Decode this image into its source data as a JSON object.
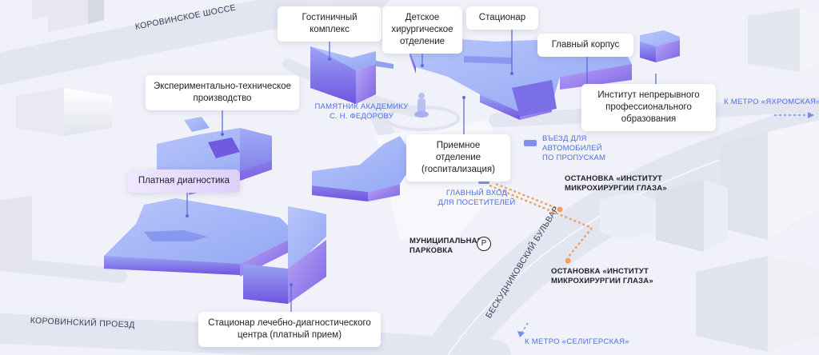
{
  "buildings": {
    "hotel": "Гостиничный\nкомплекс",
    "pediatric_surgery": "Детское\nхирургическое\nотделение",
    "hospital": "Стационар",
    "main_building": "Главный корпус",
    "experimental_production": "Экспериментально-техническое\nпроизводство",
    "continuing_education": "Институт непрерывного\nпрофессионального\nобразования",
    "admission": "Приемное отделение\n(госпитализация)",
    "paid_diagnostics": "Платная диагностика",
    "day_hospital": "Стационар лечебно-диагностического\nцентра (платный прием)"
  },
  "streets": {
    "korovinskoe": "КОРОВИНСКОЕ ШОССЕ",
    "korovinsky": "КОРОВИНСКИЙ ПРОЕЗД",
    "beskudnikovsky": "БЕСКУДНИКОВСКИЙ БУЛЬВАР"
  },
  "poi": {
    "monument": "ПАМЯТНИК АКАДЕМИКУ\nС. Н. ФЕДОРОВУ",
    "car_entry": "ВЪЕЗД ДЛЯ АВТОМОБИЛЕЙ\nПО ПРОПУСКАМ",
    "main_entrance": "ГЛАВНЫЙ ВХОД\nДЛЯ ПОСЕТИТЕЛЕЙ"
  },
  "stops": {
    "stop_upper": "ОСТАНОВКА «ИНСТИТУТ\nМИКРОХИРУРГИИ ГЛАЗА»",
    "stop_lower": "ОСТАНОВКА «ИНСТИТУТ\nМИКРОХИРУРГИИ ГЛАЗА»"
  },
  "parking": {
    "label": "МУНИЦИПАЛЬНАЯ\nПАРКОВКА",
    "badge": "P"
  },
  "metro": {
    "yakhromskaya": "К МЕТРО «ЯХРОМСКАЯ»",
    "seligerskaya": "К МЕТРО «СЕЛИГЕРСКАЯ»"
  },
  "colors": {
    "building_top": "#a9b8f6",
    "building_side": "#7b6fe8",
    "accent_blue": "#4d6fe0",
    "route_orange": "#f0a060"
  }
}
